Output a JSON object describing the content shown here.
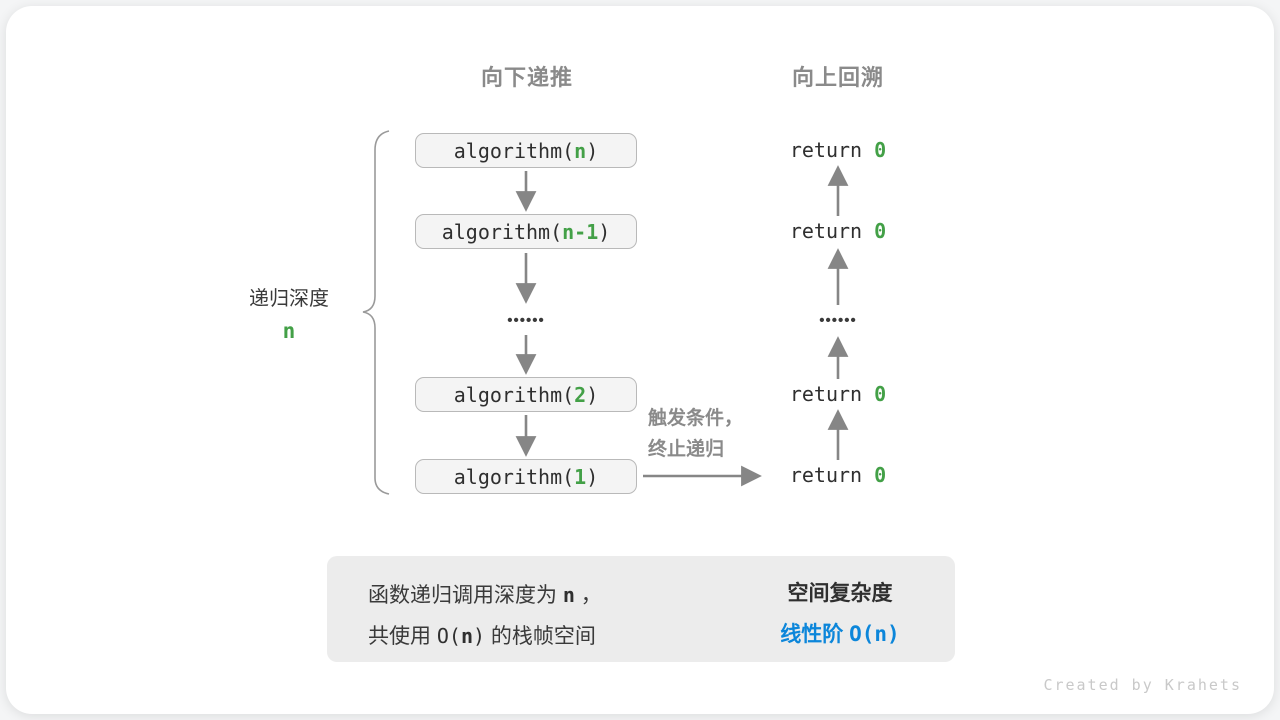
{
  "headers": {
    "left": "向下递推",
    "right": "向上回溯"
  },
  "depth_label": {
    "text": "递归深度",
    "value": "n"
  },
  "call_stack": {
    "boxes": [
      {
        "prefix": "algorithm(",
        "arg": "n",
        "suffix": ")"
      },
      {
        "prefix": "algorithm(",
        "arg": "n-1",
        "suffix": ")"
      },
      {
        "prefix": "algorithm(",
        "arg": "2",
        "suffix": ")"
      },
      {
        "prefix": "algorithm(",
        "arg": "1",
        "suffix": ")"
      }
    ],
    "ellipsis": "••••••"
  },
  "returns": {
    "prefix": "return",
    "value": "0",
    "ellipsis": "••••••"
  },
  "base_case_note": {
    "line1": "触发条件，",
    "line2": "终止递归"
  },
  "summary": {
    "line1_text": "函数递归调用深度为 ",
    "line1_n": "n",
    "line1_tail": " ，",
    "line2_text": "共使用 ",
    "line2_code_open": "O(",
    "line2_n": "n",
    "line2_code_close": ")",
    "line2_tail": " 的栈帧空间",
    "right_title": "空间复杂度",
    "right_label": "线性阶 ",
    "right_code": "O(n)"
  },
  "watermark": "Created by Krahets",
  "colors": {
    "accent_green": "#43A047",
    "accent_blue": "#0C86DA",
    "muted_gray": "#8a8a8a",
    "box_fill": "#f4f4f4",
    "box_border": "#b9b9b9",
    "summary_fill": "#ececec"
  }
}
